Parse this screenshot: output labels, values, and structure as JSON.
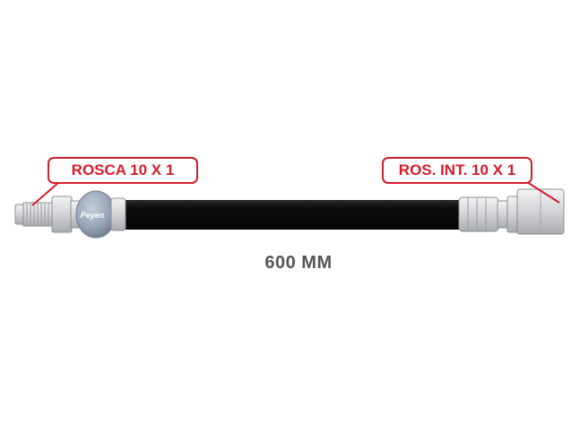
{
  "callouts": {
    "left_thread": "ROSCA 10 X 1",
    "right_thread": "ROS. INT. 10 X 1"
  },
  "dimension": {
    "length_label": "600 MM"
  },
  "brand": {
    "logo_text": "Peyen"
  },
  "colors": {
    "callout_red": "#d41c2a",
    "hose_black": "#0b0b0b",
    "fitting_grey": "#d8d9da",
    "ball_fitting_blue": "#9aa6bb",
    "dimension_text": "#555555"
  }
}
